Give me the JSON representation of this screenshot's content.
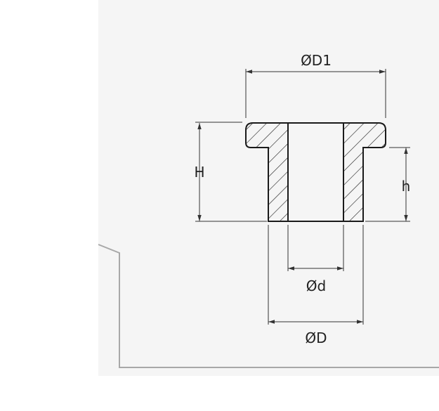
{
  "diagram": {
    "labels": {
      "flange_diameter": "ØD1",
      "total_height": "H",
      "shank_height": "h",
      "inner_diameter": "Ød",
      "outer_diameter": "ØD"
    },
    "colors": {
      "panel_background": "#f5f5f5",
      "outline": "#1a1a1a",
      "dimension_line": "#333333",
      "frame_border": "#a8a8a8"
    }
  }
}
